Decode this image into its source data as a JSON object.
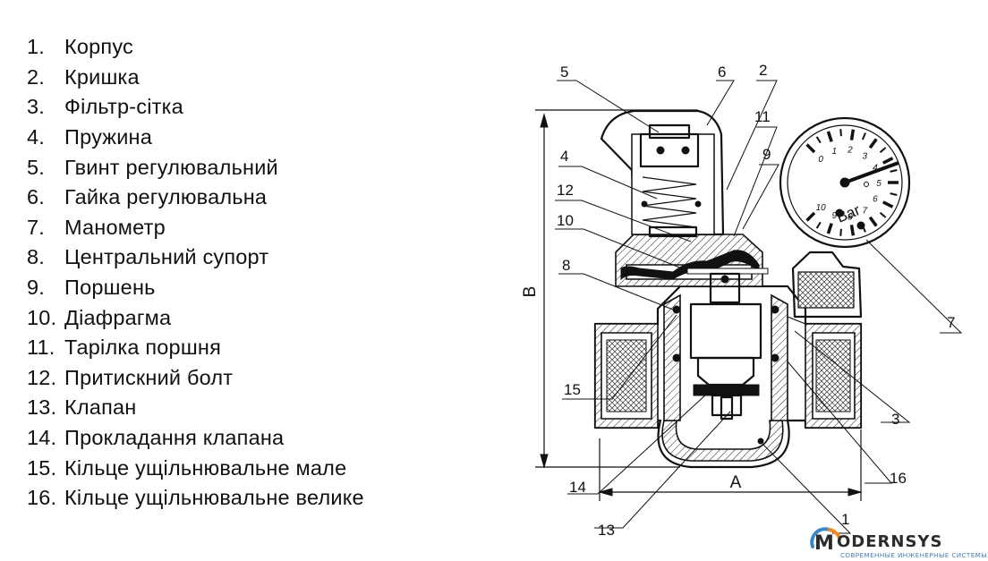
{
  "parts": [
    {
      "num": "1.",
      "name": "Корпус"
    },
    {
      "num": "2.",
      "name": "Кришка"
    },
    {
      "num": "3.",
      "name": "Фільтр-сітка"
    },
    {
      "num": "4.",
      "name": "Пружина"
    },
    {
      "num": "5.",
      "name": "Гвинт регулювальний"
    },
    {
      "num": "6.",
      "name": "Гайка регулювальна"
    },
    {
      "num": "7.",
      "name": "Манометр"
    },
    {
      "num": "8.",
      "name": "Центральний супорт"
    },
    {
      "num": "9.",
      "name": "Поршень"
    },
    {
      "num": "10.",
      "name": "Діафрагма"
    },
    {
      "num": "11.",
      "name": "Тарілка поршня"
    },
    {
      "num": "12.",
      "name": "Притискний болт"
    },
    {
      "num": "13.",
      "name": "Клапан"
    },
    {
      "num": "14.",
      "name": "Прокладання клапана"
    },
    {
      "num": "15.",
      "name": "Кільце ущільнювальне мале"
    },
    {
      "num": "16.",
      "name": "Кільце ущільнювальне велике"
    }
  ],
  "drawing": {
    "callouts": [
      "1",
      "2",
      "3",
      "4",
      "5",
      "6",
      "7",
      "8",
      "9",
      "10",
      "11",
      "12",
      "13",
      "14",
      "15",
      "16"
    ],
    "dim_width": "A",
    "dim_height": "B",
    "gauge_unit": "Bar",
    "gauge_ticks": [
      "0",
      "1",
      "2",
      "3",
      "4",
      "5",
      "6",
      "7",
      "8",
      "9",
      "10"
    ]
  },
  "logo": {
    "word": "ODERNSYS",
    "tagline": "СОВРЕМЕННЫЕ ИНЖЕНЕРНЫЕ СИСТЕМЫ"
  }
}
